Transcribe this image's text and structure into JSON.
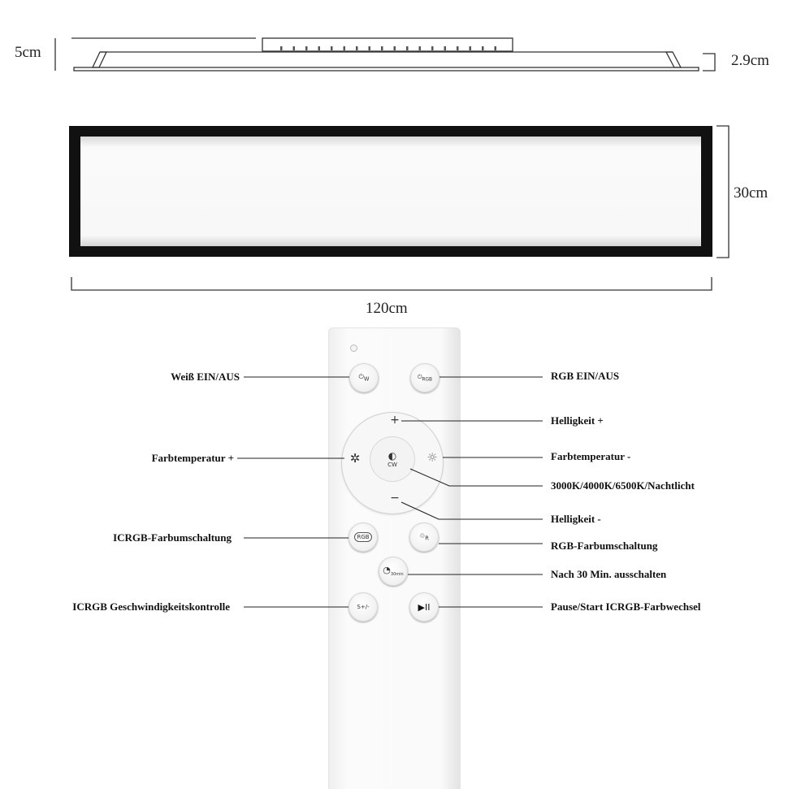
{
  "dimensions": {
    "total_height": "5cm",
    "panel_height": "2.9cm",
    "depth": "30cm",
    "length": "120cm"
  },
  "remote": {
    "buttons": [
      {
        "id": "white-power",
        "glyph": "W",
        "icon": "power-icon"
      },
      {
        "id": "rgb-power",
        "glyph": "RGB",
        "icon": "power-icon"
      },
      {
        "id": "brightness-up",
        "glyph": "+",
        "icon": "brightness-up-icon"
      },
      {
        "id": "cool",
        "glyph": "✲",
        "icon": "snowflake-icon"
      },
      {
        "id": "warm",
        "glyph": "☼",
        "icon": "sun-icon"
      },
      {
        "id": "cct-cycle",
        "glyph": "CW",
        "icon": "cycle-icon"
      },
      {
        "id": "brightness-down",
        "glyph": "−",
        "icon": "brightness-down-icon"
      },
      {
        "id": "icrgb-cycle",
        "glyph": "RGB",
        "icon": "cycle-icon"
      },
      {
        "id": "rgb-cycle",
        "glyph": "R",
        "icon": "recycle-icon"
      },
      {
        "id": "timer",
        "glyph": "30min",
        "icon": "timer-icon"
      },
      {
        "id": "speed",
        "glyph": "S+/-",
        "icon": "speed-icon"
      },
      {
        "id": "play-pause",
        "glyph": "▶II",
        "icon": "play-pause-icon"
      }
    ]
  },
  "labels": {
    "white_on_off": "Weiß EIN/AUS",
    "rgb_on_off": "RGB EIN/AUS",
    "brightness_up": "Helligkeit +",
    "color_temp_up": "Farbtemperatur +",
    "color_temp_down": "Farbtemperatur -",
    "cct_modes": "3000K/4000K/6500K/Nachtlicht",
    "brightness_down": "Helligkeit -",
    "icrgb_switch": "ICRGB-Farbumschaltung",
    "rgb_switch": "RGB-Farbumschaltung",
    "timer_off": "Nach 30 Min. ausschalten",
    "icrgb_speed": "ICRGB Geschwindigkeitskontrolle",
    "pause_start": "Pause/Start ICRGB-Farbwechsel"
  }
}
